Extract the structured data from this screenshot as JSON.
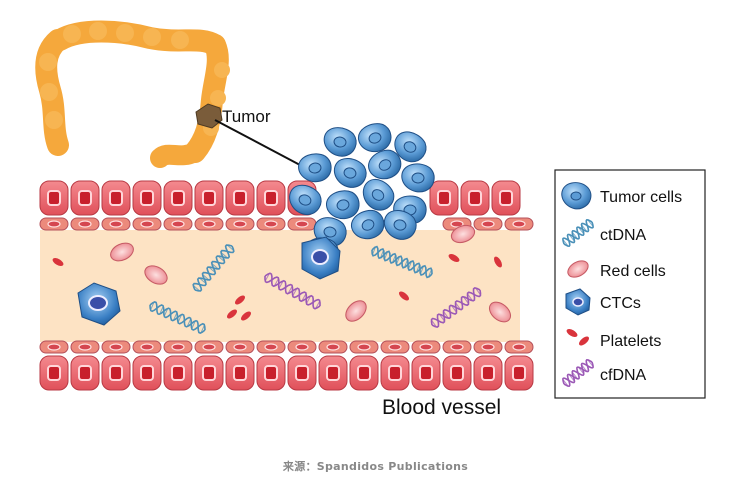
{
  "diagram": {
    "tumor_label": "Tumor",
    "vessel_label": "Blood vessel",
    "legend": [
      {
        "label": "Tumor cells",
        "icon": "tumor-cell-icon"
      },
      {
        "label": "ctDNA",
        "icon": "ctdna-icon"
      },
      {
        "label": "Red cells",
        "icon": "red-cell-icon"
      },
      {
        "label": "CTCs",
        "icon": "ctc-icon"
      },
      {
        "label": "Platelets",
        "icon": "platelet-icon"
      },
      {
        "label": "cfDNA",
        "icon": "cfdna-icon"
      }
    ],
    "colors": {
      "colon": "#f5a83c",
      "tumor": "#7a5c3a",
      "endothelial": "#e9686f",
      "lumen": "#fde3c4",
      "tumor_cell": "#5b9bd5",
      "ctdna": "#4a90b8",
      "cfdna": "#9b59b6",
      "red_cell": "#f2a0a4",
      "platelet": "#d9343c"
    }
  },
  "caption": "来源：Spandidos Publications"
}
